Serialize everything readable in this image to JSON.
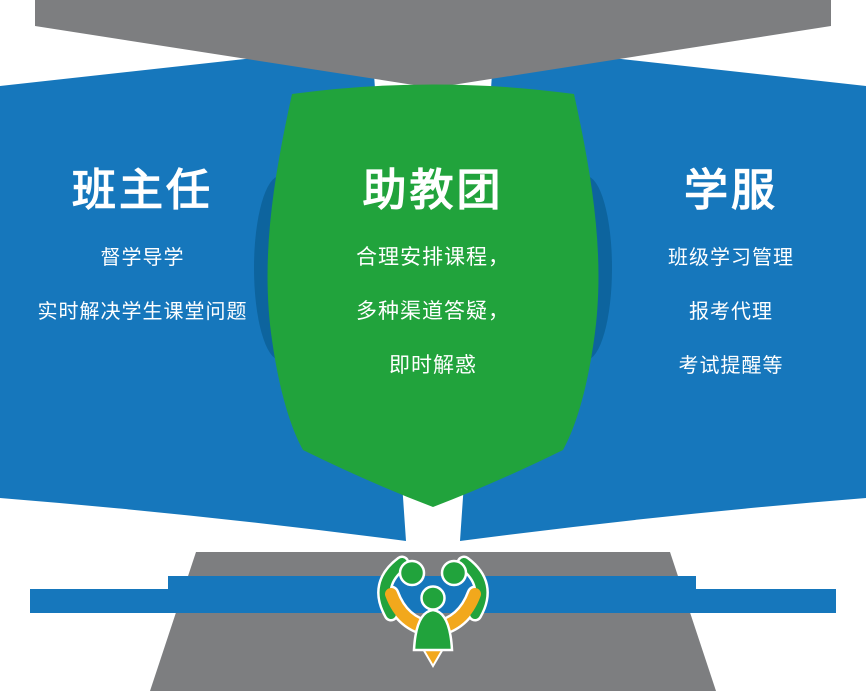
{
  "background": "#ffffff",
  "colors": {
    "blue": "#1677bc",
    "blue_dark": "#0d649e",
    "green": "#21a33c",
    "gray": "#7d7e80",
    "yellow": "#f2a81c",
    "text": "#ffffff"
  },
  "panels": [
    {
      "title": "班主任",
      "lines": [
        "督学导学",
        "实时解决学生课堂问题"
      ]
    },
    {
      "title": "助教团",
      "lines": [
        "合理安排课程，",
        "多种渠道答疑，",
        "即时解惑"
      ]
    },
    {
      "title": "学服",
      "lines": [
        "班级学习管理",
        "报考代理",
        "考试提醒等"
      ]
    }
  ],
  "logo": {
    "icon": "team-people-logo"
  }
}
